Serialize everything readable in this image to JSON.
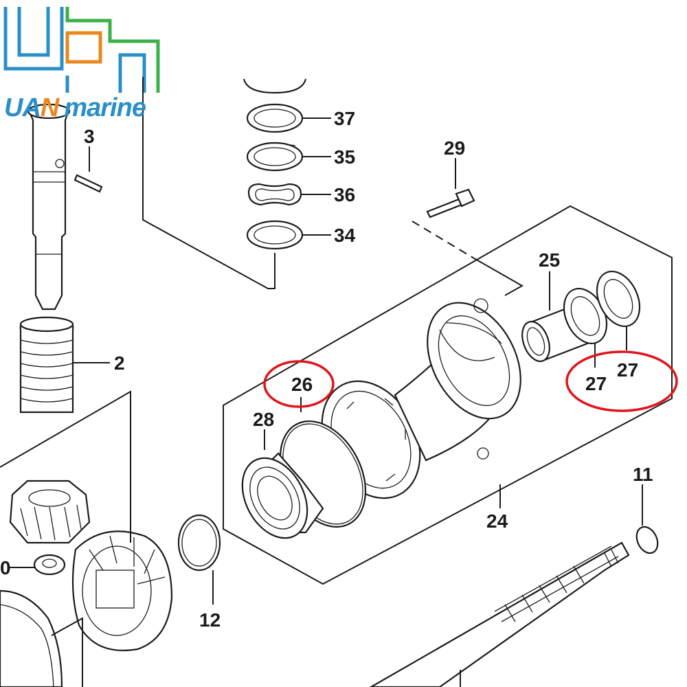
{
  "logo": {
    "text_ua": "UA",
    "text_n": "N",
    "text_marine": "marine",
    "colors": {
      "blue": "#2a8fc9",
      "orange": "#e8891f",
      "green": "#3cb14a"
    }
  },
  "part_labels": {
    "p2": "2",
    "p3": "3",
    "p10": "0",
    "p11": "11",
    "p12": "12",
    "p24": "24",
    "p25": "25",
    "p26": "26",
    "p27a": "27",
    "p27b": "27",
    "p28": "28",
    "p29": "29",
    "p34": "34",
    "p35": "35",
    "p36": "36",
    "p37": "37"
  },
  "highlight_color": "#e0141a"
}
